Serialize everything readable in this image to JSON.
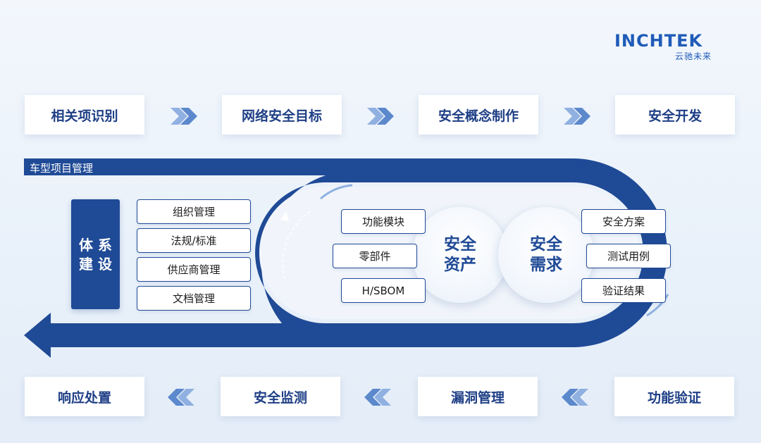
{
  "brand": {
    "name": "INCHTEK",
    "tagline": "云驰未来",
    "color": "#1f5bb8"
  },
  "top_flow": [
    "相关项识别",
    "网络安全目标",
    "安全概念制作",
    "安全开发"
  ],
  "bottom_flow": [
    "响应处置",
    "安全监测",
    "漏洞管理",
    "功能验证"
  ],
  "band_label": "车型项目管理",
  "system": {
    "title_line1": "体 系",
    "title_line2": "建 设",
    "items": [
      "组织管理",
      "法规/标准",
      "供应商管理",
      "文档管理"
    ]
  },
  "assets": {
    "title_line1": "安全",
    "title_line2": "资产",
    "items": [
      "功能模块",
      "零部件",
      "H/SBOM"
    ]
  },
  "requirements": {
    "title_line1": "安全",
    "title_line2": "需求",
    "items": [
      "安全方案",
      "测试用例",
      "验证结果"
    ]
  },
  "colors": {
    "primary": "#1f4a96",
    "text": "#1f3f86"
  }
}
